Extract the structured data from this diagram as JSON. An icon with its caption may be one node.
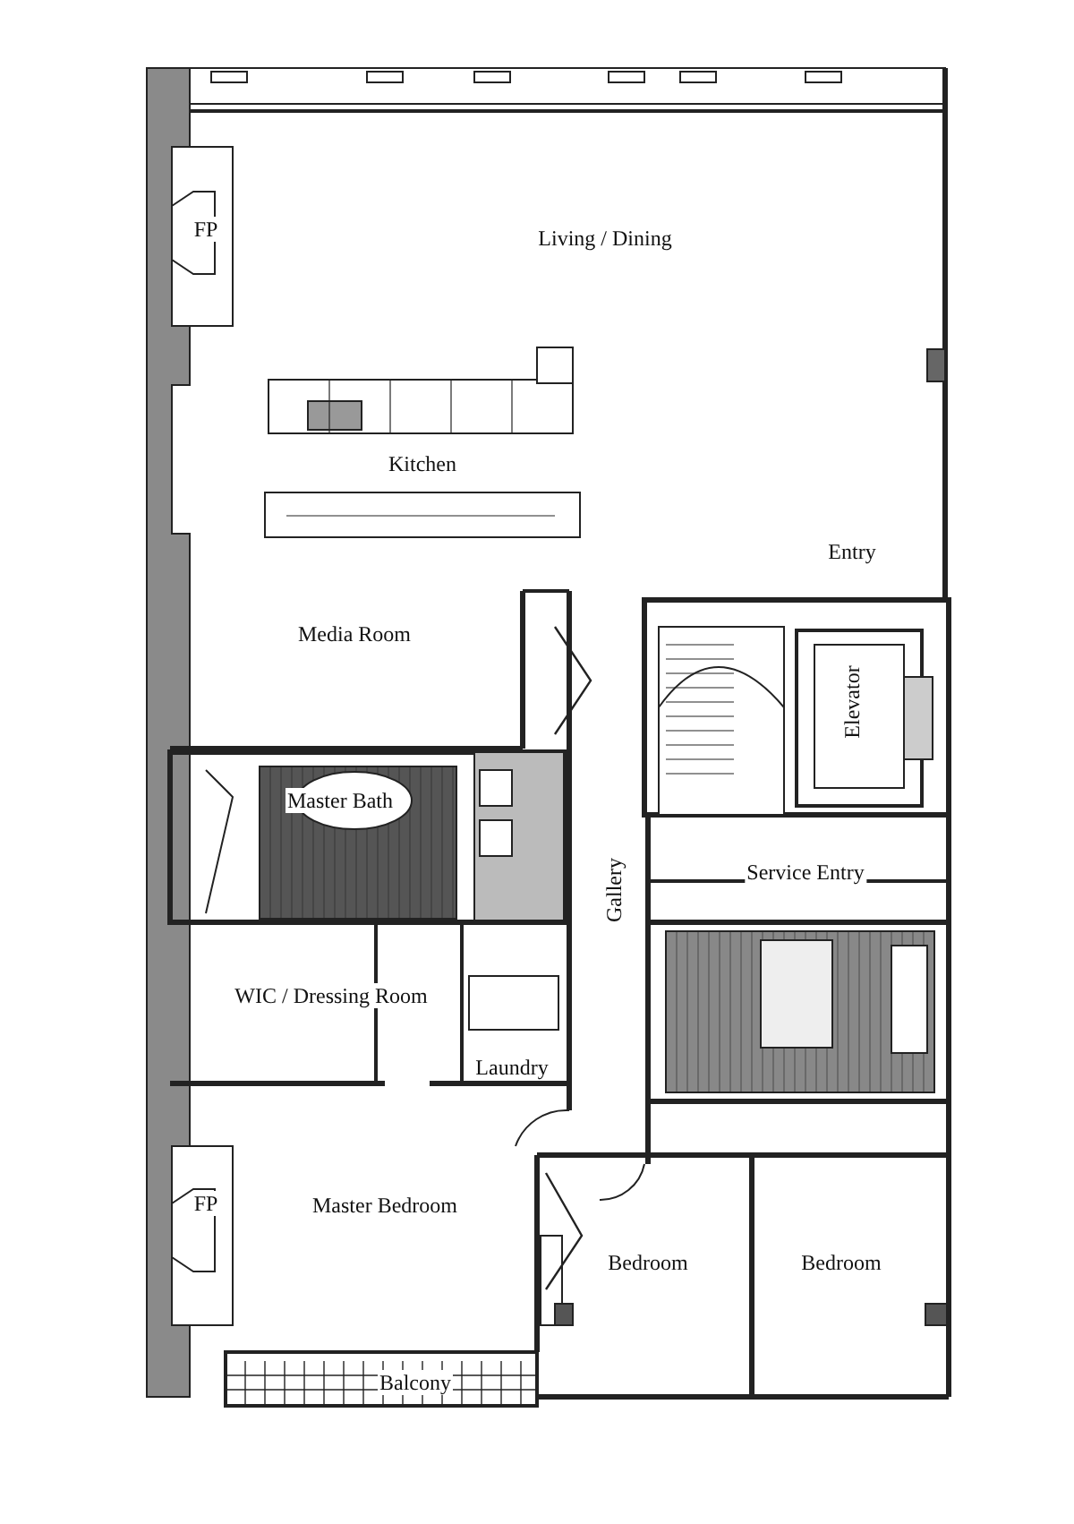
{
  "diagram": {
    "labels": [
      "FP",
      "Living / Dining",
      "Kitchen",
      "Entry",
      "Media Room",
      "Elevator",
      "Master Bath",
      "Service Entry",
      "Gallery",
      "WIC / Dressing Room",
      "Laundry",
      "FP",
      "Master Bedroom",
      "Bedroom",
      "Bedroom",
      "Balcony"
    ]
  }
}
